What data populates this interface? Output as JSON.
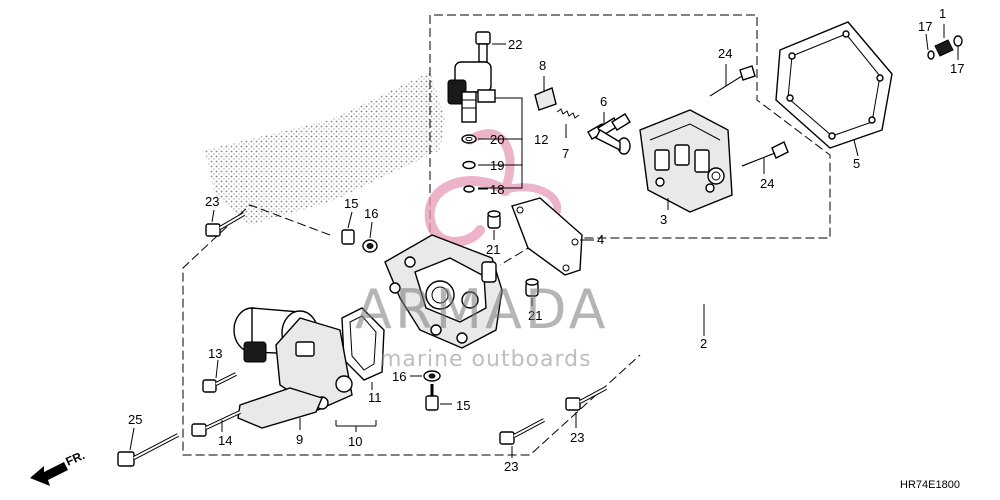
{
  "diagram_code": "HR74E1800",
  "direction_label": "FR.",
  "watermark": {
    "brand": "ARMADA",
    "tagline": "marine outboards",
    "logo_color": "#e89ab8"
  },
  "callouts": [
    {
      "id": "c1",
      "label": "1"
    },
    {
      "id": "c2",
      "label": "2"
    },
    {
      "id": "c3",
      "label": "3"
    },
    {
      "id": "c4",
      "label": "4"
    },
    {
      "id": "c5",
      "label": "5"
    },
    {
      "id": "c6",
      "label": "6"
    },
    {
      "id": "c7",
      "label": "7"
    },
    {
      "id": "c8",
      "label": "8"
    },
    {
      "id": "c9",
      "label": "9"
    },
    {
      "id": "c10",
      "label": "10"
    },
    {
      "id": "c11",
      "label": "11"
    },
    {
      "id": "c12",
      "label": "12"
    },
    {
      "id": "c13",
      "label": "13"
    },
    {
      "id": "c14",
      "label": "14"
    },
    {
      "id": "c15a",
      "label": "15"
    },
    {
      "id": "c15b",
      "label": "15"
    },
    {
      "id": "c16a",
      "label": "16"
    },
    {
      "id": "c16b",
      "label": "16"
    },
    {
      "id": "c17a",
      "label": "17"
    },
    {
      "id": "c17b",
      "label": "17"
    },
    {
      "id": "c18",
      "label": "18"
    },
    {
      "id": "c19",
      "label": "19"
    },
    {
      "id": "c20",
      "label": "20"
    },
    {
      "id": "c21a",
      "label": "21"
    },
    {
      "id": "c21b",
      "label": "21"
    },
    {
      "id": "c22",
      "label": "22"
    },
    {
      "id": "c23a",
      "label": "23"
    },
    {
      "id": "c23b",
      "label": "23"
    },
    {
      "id": "c23c",
      "label": "23"
    },
    {
      "id": "c24a",
      "label": "24"
    },
    {
      "id": "c24b",
      "label": "24"
    },
    {
      "id": "c25",
      "label": "25"
    }
  ]
}
